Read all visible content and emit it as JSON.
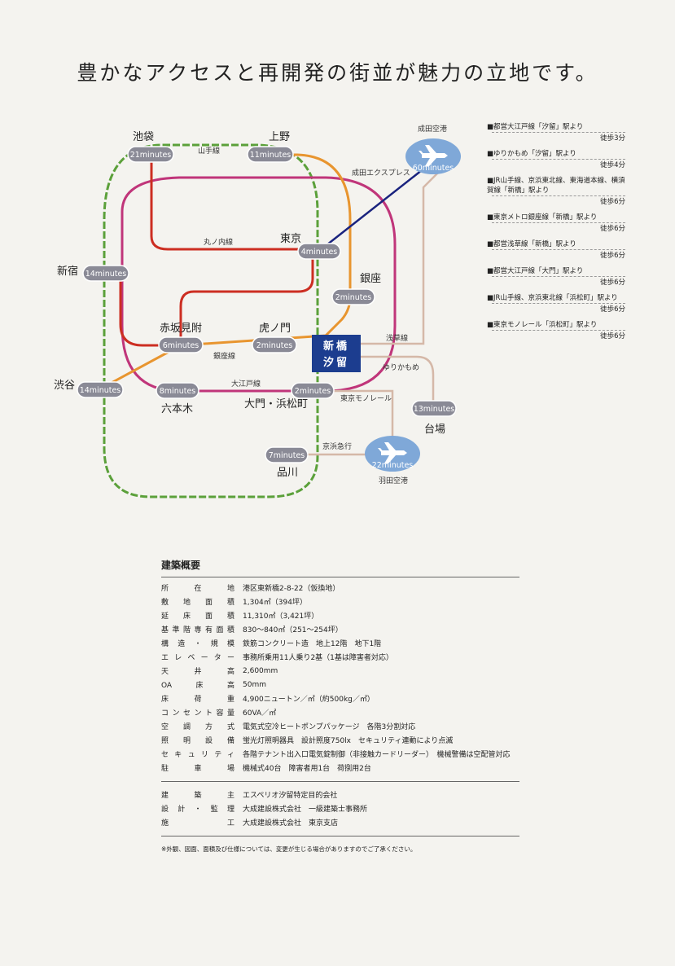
{
  "headline": "豊かなアクセスと再開発の街並が魅力の立地です。",
  "map": {
    "line_labels": {
      "yamanote": "山手線",
      "marunouchi": "丸ノ内線",
      "ginza": "銀座線",
      "oedo": "大江戸線",
      "narita_express": "成田エクスプレス",
      "asakusa": "浅草線",
      "yurikamome": "ゆりかもめ",
      "monorail": "東京モノレール",
      "keikyu": "京浜急行"
    },
    "stations": {
      "ikebukuro": {
        "name": "池袋",
        "time": "21minutes"
      },
      "ueno": {
        "name": "上野",
        "time": "11minutes"
      },
      "narita": {
        "name": "成田空港",
        "time": "60minutes"
      },
      "shinjuku": {
        "name": "新宿",
        "time": "14minutes"
      },
      "tokyo": {
        "name": "東京",
        "time": "4minutes"
      },
      "ginza": {
        "name": "銀座",
        "time": "2minutes"
      },
      "akasaka": {
        "name": "赤坂見附",
        "time": "6minutes"
      },
      "toranomon": {
        "name": "虎ノ門",
        "time": "2minutes"
      },
      "shibuya": {
        "name": "渋谷",
        "time": "14minutes"
      },
      "roppongi": {
        "name": "六本木",
        "time": "8minutes"
      },
      "daimon": {
        "name": "大門・浜松町",
        "time": "2minutes"
      },
      "daiba": {
        "name": "台場",
        "time": "13minutes"
      },
      "shinagawa": {
        "name": "品川",
        "time": "7minutes"
      },
      "haneda": {
        "name": "羽田空港",
        "time": "22minutes"
      }
    },
    "hub": {
      "line1": "新橋",
      "line2": "汐留"
    },
    "colors": {
      "yamanote": "#5ba03a",
      "marunouchi": "#cc2e22",
      "oedo": "#c0357a",
      "ginza": "#e8952f",
      "narita": "#1a237e",
      "pale": "#d5b8a8",
      "pill": "#8a8a96",
      "airport": "#7fa8d8",
      "hub": "#1c3d8f"
    }
  },
  "access_list": [
    {
      "route": "■都営大江戸線「汐留」駅より",
      "walk": "徒歩3分"
    },
    {
      "route": "■ゆりかもめ「汐留」駅より",
      "walk": "徒歩4分"
    },
    {
      "route": "■JR山手線、京浜東北線、東海道本線、横須賀線「新橋」駅より",
      "walk": "徒歩6分"
    },
    {
      "route": "■東京メトロ銀座線「新橋」駅より",
      "walk": "徒歩6分"
    },
    {
      "route": "■都営浅草線「新橋」駅より",
      "walk": "徒歩6分"
    },
    {
      "route": "■都営大江戸線「大門」駅より",
      "walk": "徒歩6分"
    },
    {
      "route": "■JR山手線、京浜東北線「浜松町」駅より",
      "walk": "徒歩6分"
    },
    {
      "route": "■東京モノレール「浜松町」駅より",
      "walk": "徒歩6分"
    }
  ],
  "spec": {
    "title": "建築概要",
    "rows": [
      {
        "label": "所在地",
        "value": "港区東新橋2-8-22（仮換地）"
      },
      {
        "label": "敷地面積",
        "value": "1,304㎡（394坪）"
      },
      {
        "label": "延床面積",
        "value": "11,310㎡（3,421坪）"
      },
      {
        "label": "基準階専有面積",
        "value": "830〜840㎡（251〜254坪）"
      },
      {
        "label": "構造・規模",
        "value": "鉄筋コンクリート造　地上12階　地下1階"
      },
      {
        "label": "エレベーター",
        "value": "事務所乗用11人乗り2基（1基は障害者対応）"
      },
      {
        "label": "天井高",
        "value": "2,600mm"
      },
      {
        "label": "OA床高",
        "value": "50mm"
      },
      {
        "label": "床荷重",
        "value": "4,900ニュートン／㎡（約500kg／㎡）"
      },
      {
        "label": "コンセント容量",
        "value": "60VA／㎡"
      },
      {
        "label": "空調方式",
        "value": "電気式空冷ヒートポンプパッケージ　各階3分割対応"
      },
      {
        "label": "照明設備",
        "value": "蛍光灯照明器具　設計照度750lx　セキュリティ連動により点滅"
      },
      {
        "label": "セキュリティ",
        "value": "各階テナント出入口電気錠制御（非接触カードリーダー）　機械警備は空配管対応"
      },
      {
        "label": "駐車場",
        "value": "機械式40台　障害者用1台　荷捌用2台"
      }
    ],
    "rows2": [
      {
        "label": "建築主",
        "value": "エスペリオ汐留特定目的会社"
      },
      {
        "label": "設計・監理",
        "value": "大成建設株式会社　一級建築士事務所"
      },
      {
        "label": "施工",
        "value": "大成建設株式会社　東京支店"
      }
    ],
    "note": "※外観、図面、面積及び仕様については、変更が生じる場合がありますのでご了承ください。"
  }
}
